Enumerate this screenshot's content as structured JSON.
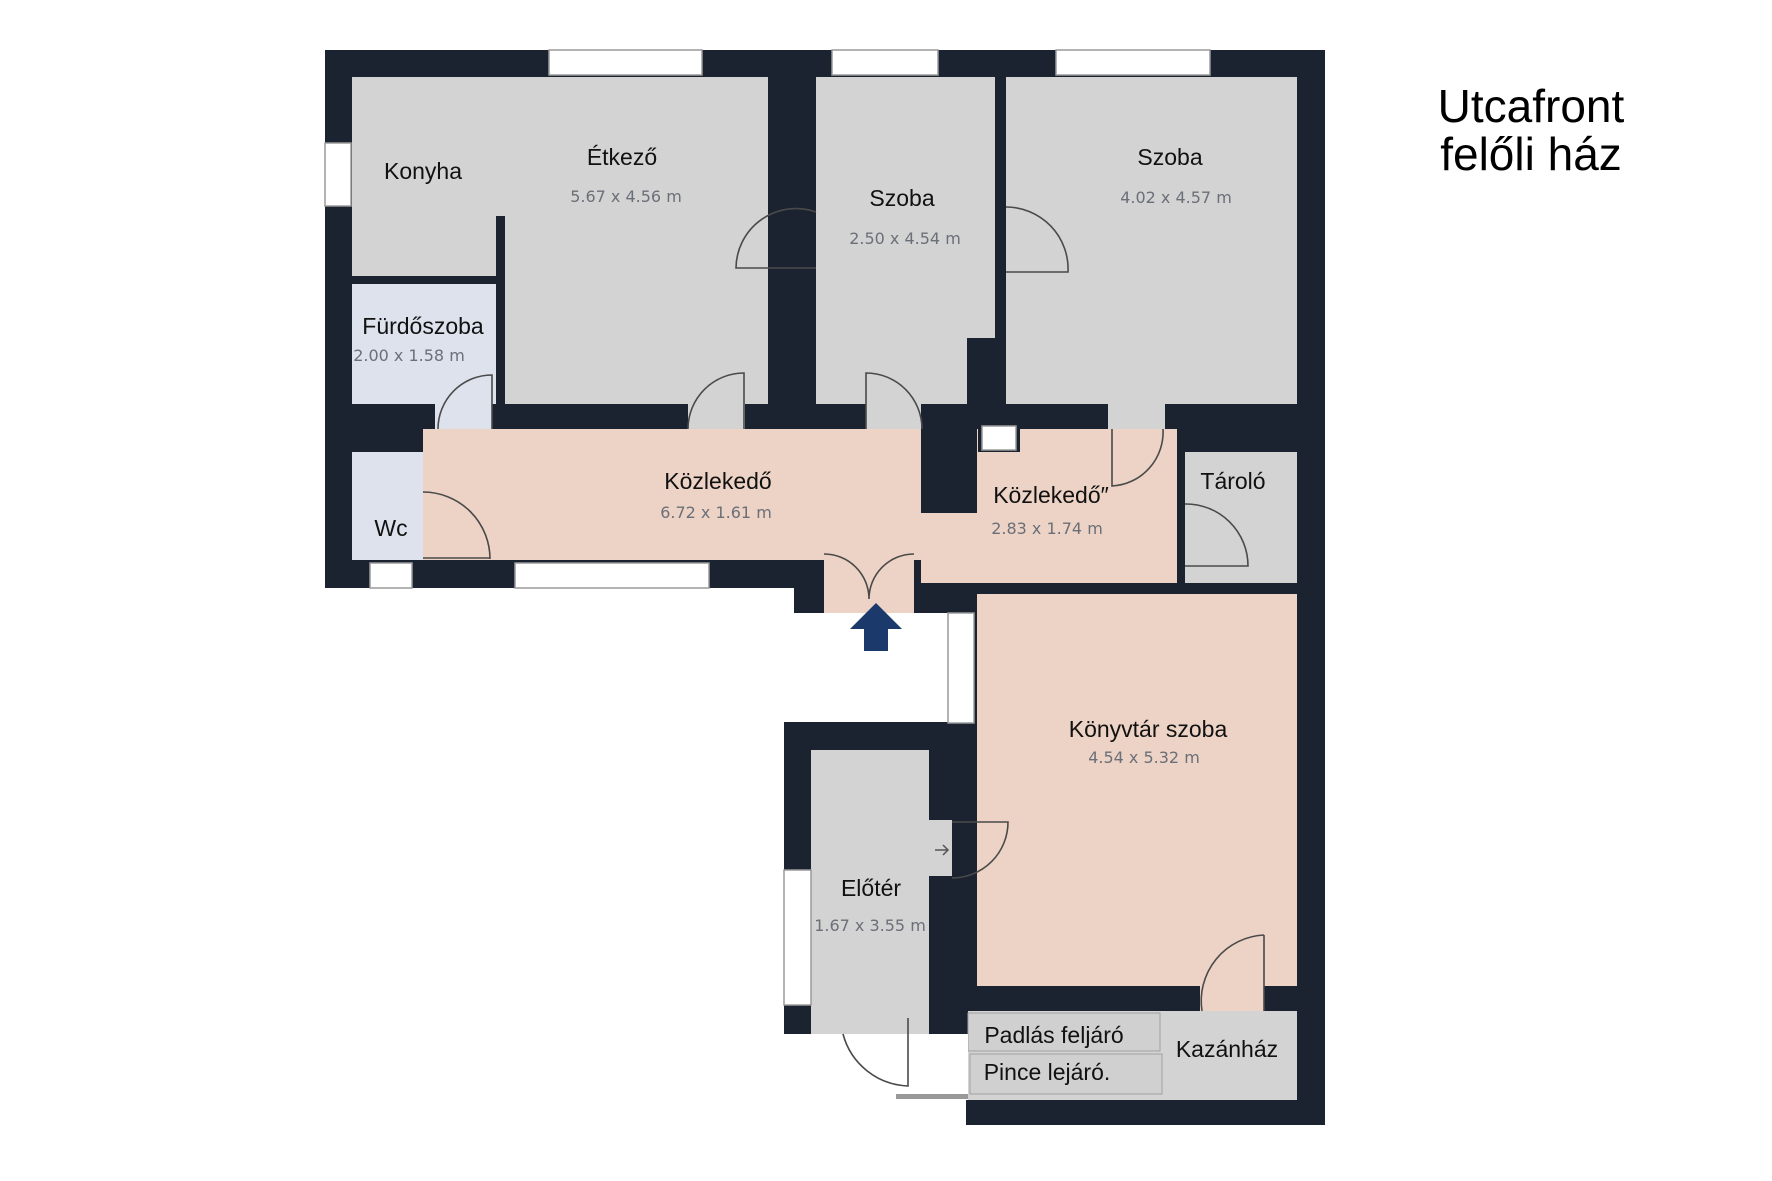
{
  "title": {
    "line1": "Utcafront",
    "line2": "felőli ház"
  },
  "rooms": {
    "konyha": {
      "name": "Konyha"
    },
    "etkezo": {
      "name": "Étkező",
      "size": "5.67 x 4.56 m"
    },
    "szoba_middle": {
      "name": "Szoba",
      "size": "2.50 x 4.54 m"
    },
    "szoba_right": {
      "name": "Szoba",
      "size": "4.02 x 4.57 m"
    },
    "furdoszoba": {
      "name": "Fürdőszoba",
      "size": "2.00 x 1.58 m"
    },
    "kozlekedo_1": {
      "name": "Közlekedő",
      "size": "6.72 x 1.61 m"
    },
    "kozlekedo_2": {
      "name": "Közlekedő″",
      "size": "2.83 x 1.74 m"
    },
    "tarolo": {
      "name": "Tároló"
    },
    "wc": {
      "name": "Wc"
    },
    "konyvtar": {
      "name": "Könyvtár szoba",
      "size": "4.54 x 5.32 m"
    },
    "eloter": {
      "name": "Előtér",
      "size": "1.67 x 3.55 m"
    },
    "padlas": {
      "name": "Padlás feljáró"
    },
    "pince": {
      "name": "Pince lejáró."
    },
    "kazanhaz": {
      "name": "Kazánház"
    }
  },
  "colors": {
    "wall": "#1b2330",
    "entrance_arrow": "#1b3a6b",
    "room_gray": "#d3d3d3",
    "room_peach": "#ecd3c5",
    "room_blue": "#dde2ec"
  }
}
